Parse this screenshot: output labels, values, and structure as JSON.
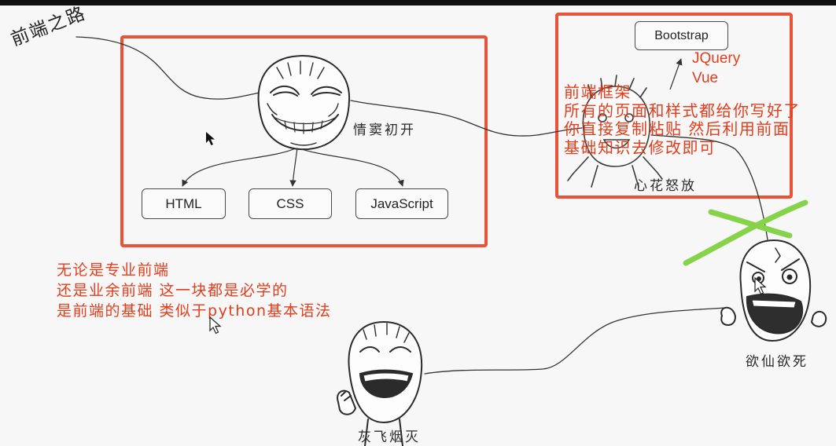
{
  "title": "前端之路",
  "stage1": {
    "face_label": "情窦初开",
    "topics": [
      "HTML",
      "CSS",
      "JavaScript"
    ]
  },
  "stage2": {
    "framework": "Bootstrap",
    "alternatives": [
      "JQuery",
      "Vue"
    ],
    "note": [
      "前端框架",
      "所有的页面和样式都给你写好了",
      "你直接复制粘贴 然后利用前面",
      "基础知识去修改即可"
    ],
    "face_label": "心花怒放"
  },
  "stage3": {
    "face_label": "欲仙欲死"
  },
  "stage4": {
    "face_label": "灰飞烟灭"
  },
  "basics_note": [
    "无论是专业前端",
    "还是业余前端 这一块都是必学的",
    "是前端的基础 类似于python基本语法"
  ],
  "icons": [
    "content-face-icon",
    "blooming-face-icon",
    "rage-face-icon",
    "laughing-face-icon",
    "cross-mark-icon",
    "mouse-cursor-icon"
  ],
  "colors": {
    "background": "#f7f7f7",
    "accent_red": "#e8533a",
    "annotation_red": "#e23d1c",
    "cross_green": "#86d34a",
    "line": "#333333"
  }
}
